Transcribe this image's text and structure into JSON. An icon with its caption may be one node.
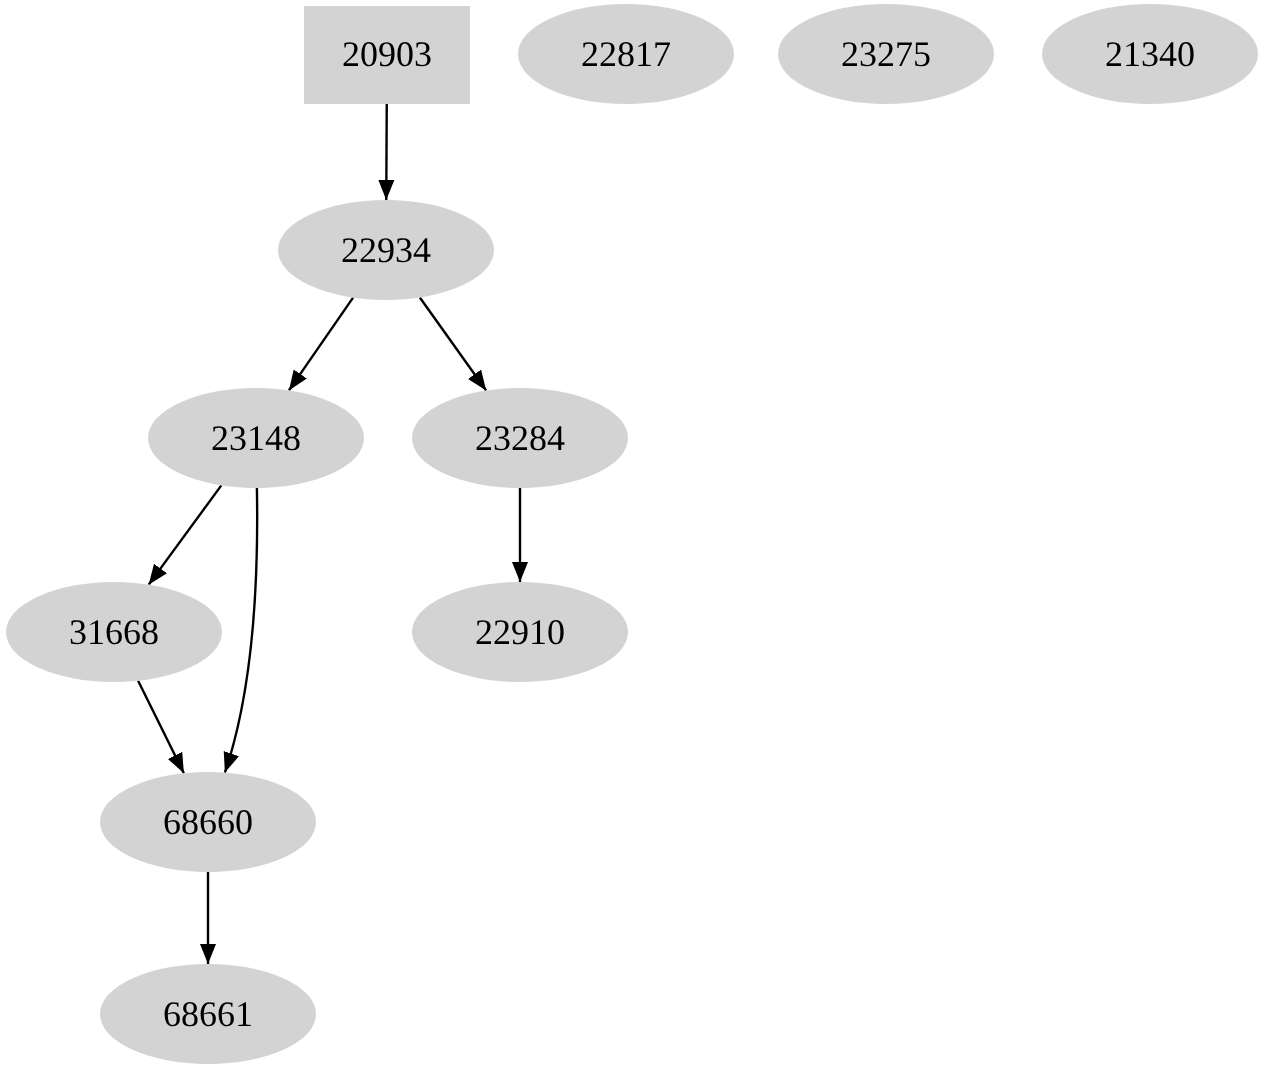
{
  "diagram": {
    "nodes": [
      {
        "text": [
          "20903"
        ]
      },
      {
        "text": [
          "22817"
        ]
      },
      {
        "text": [
          "23275"
        ]
      },
      {
        "text": [
          "21340"
        ]
      },
      {
        "text": [
          "22934"
        ]
      },
      {
        "text": [
          "23148"
        ]
      },
      {
        "text": [
          "23284"
        ]
      },
      {
        "text": [
          "31668"
        ]
      },
      {
        "text": [
          "22910"
        ]
      },
      {
        "text": [
          "68660"
        ]
      },
      {
        "text": [
          "68661"
        ]
      }
    ],
    "edges": [
      {
        "from": 0,
        "to": 4,
        "arrow": "to"
      },
      {
        "from": 4,
        "to": 5,
        "arrow": "to"
      },
      {
        "from": 4,
        "to": 6,
        "arrow": "to"
      },
      {
        "from": 5,
        "to": 7,
        "arrow": "to"
      },
      {
        "from": 5,
        "to": 9,
        "arrow": "to"
      },
      {
        "from": 6,
        "to": 8,
        "arrow": "to"
      },
      {
        "from": 7,
        "to": 9,
        "arrow": "to"
      },
      {
        "from": 9,
        "to": 10,
        "arrow": "to"
      }
    ]
  }
}
